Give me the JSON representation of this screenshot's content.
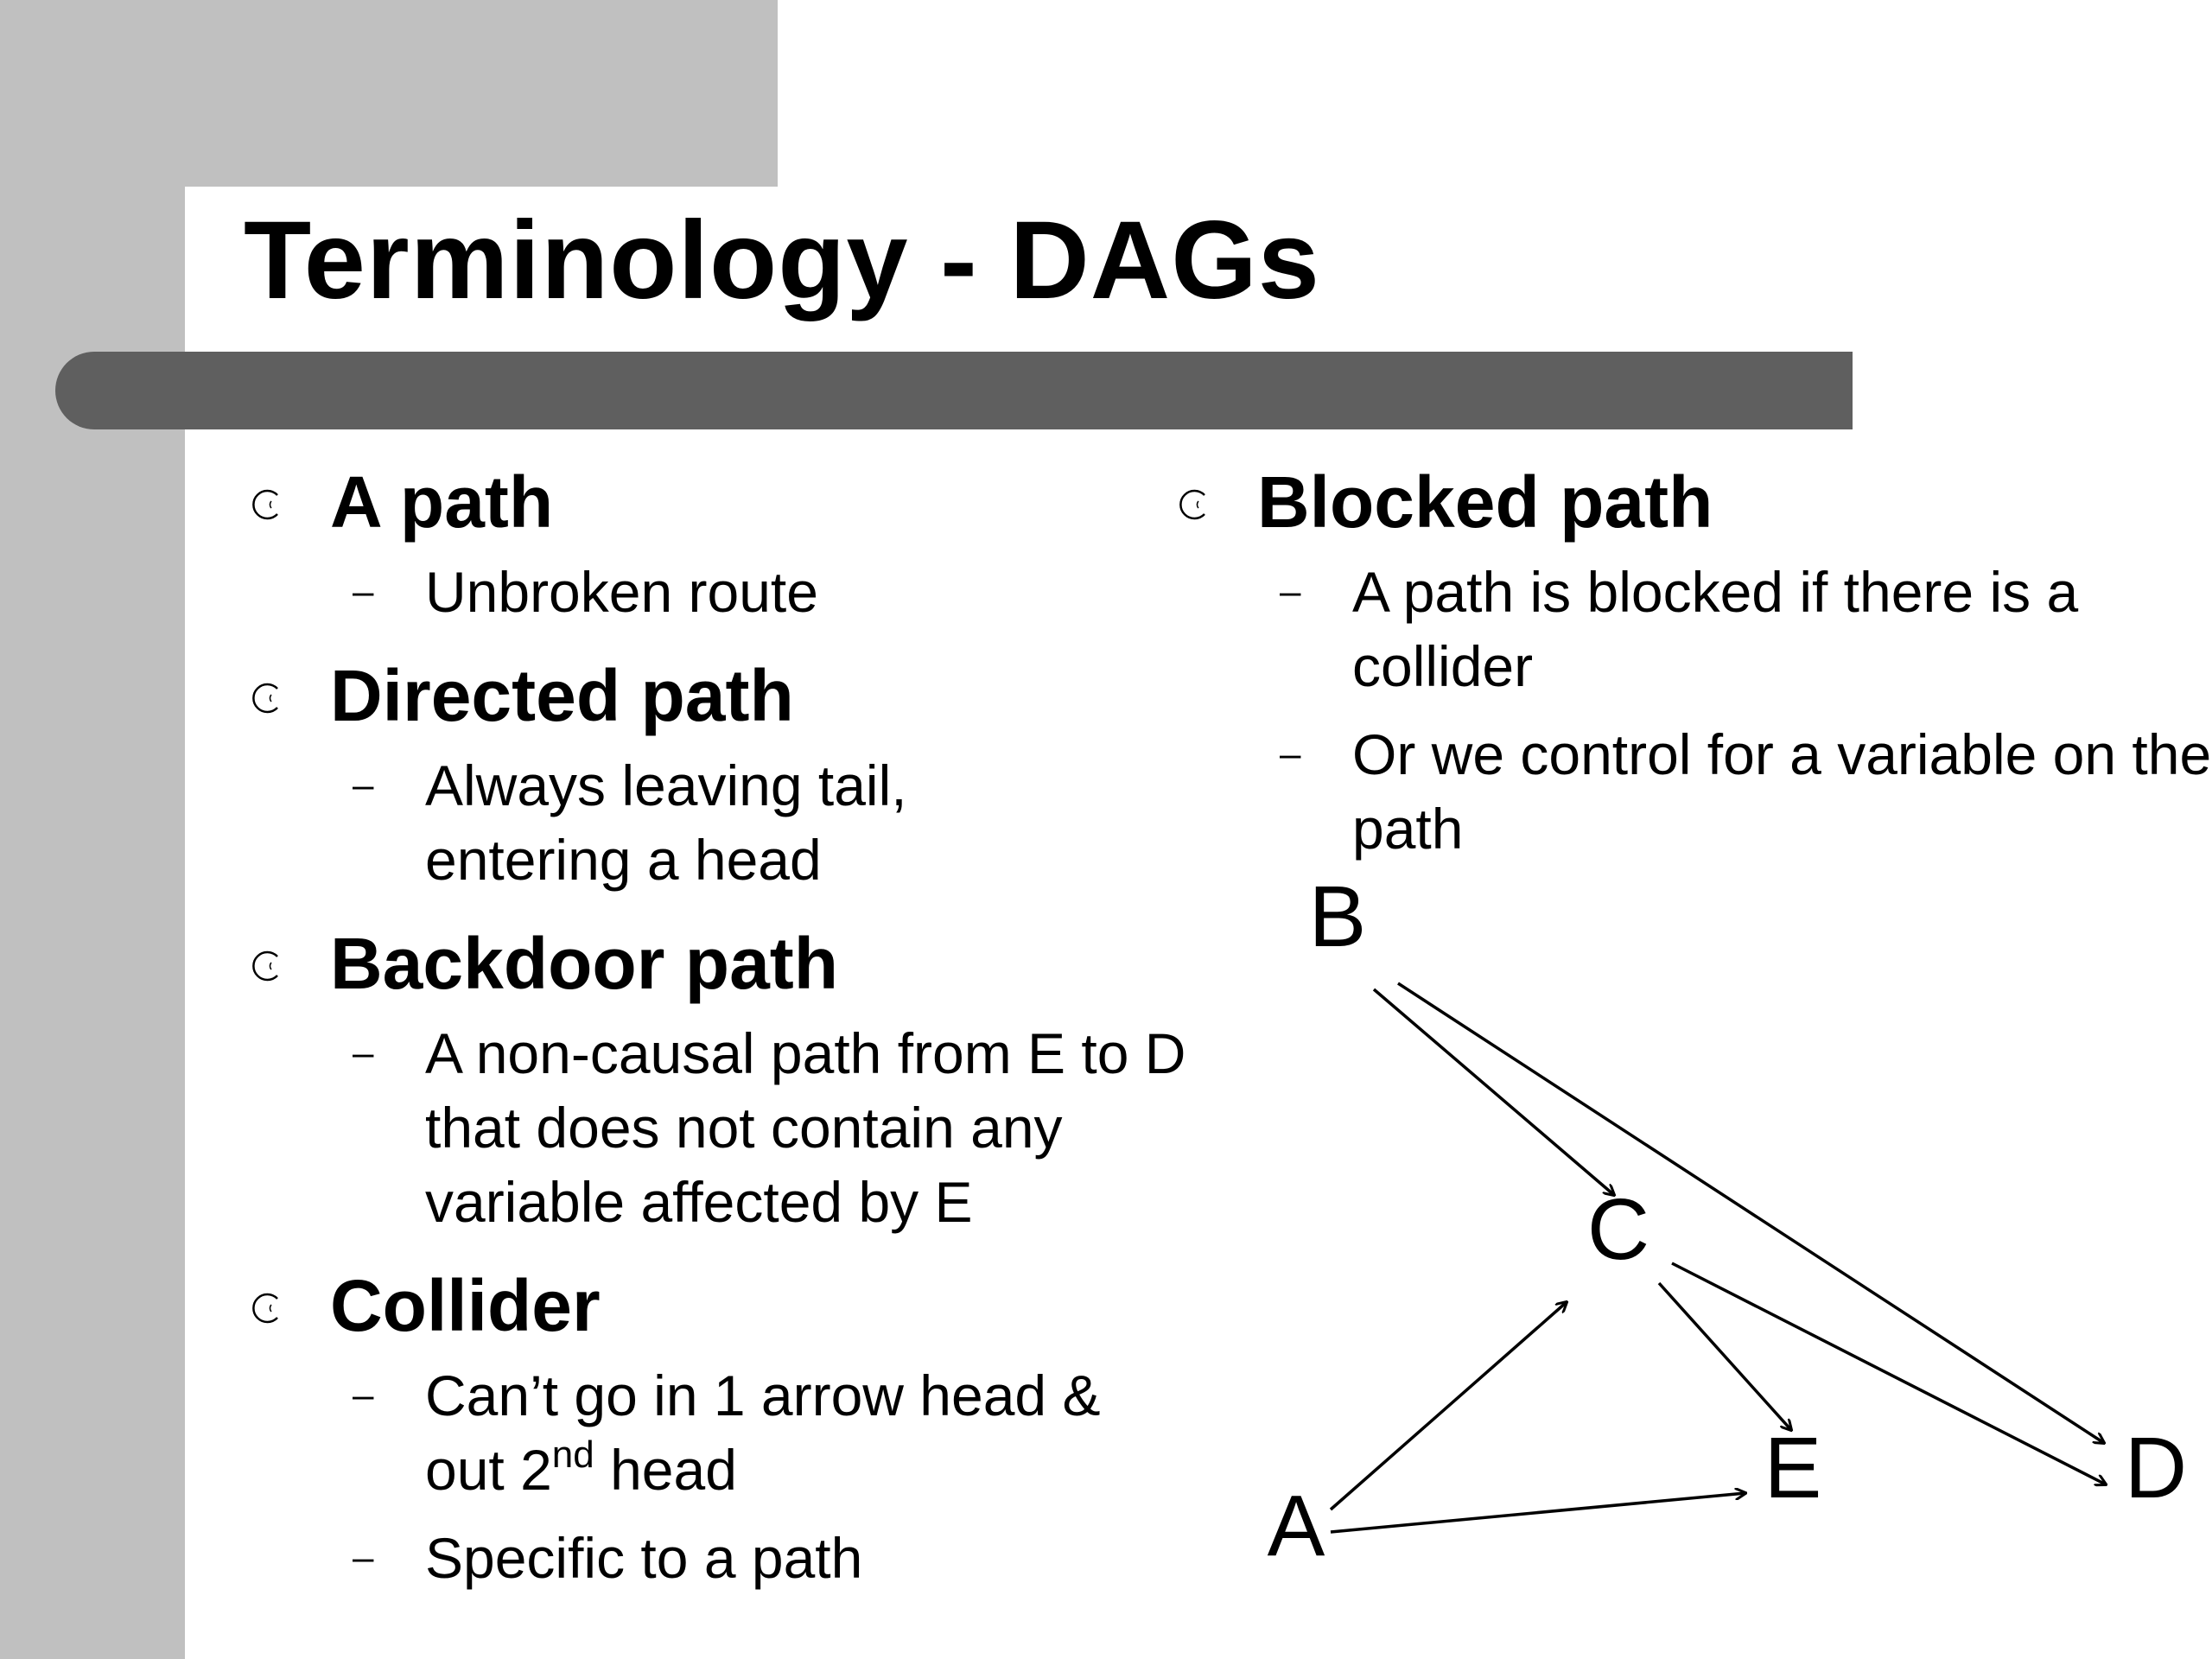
{
  "slide": {
    "title": "Terminology - DAGs",
    "left_column": [
      {
        "heading": "A path",
        "subs": [
          "Unbroken route"
        ]
      },
      {
        "heading": "Directed path",
        "subs": [
          "Always leaving tail, entering a head"
        ]
      },
      {
        "heading": "Backdoor path",
        "subs": [
          "A non-causal path from E to D that does not contain any variable affected by E"
        ]
      },
      {
        "heading": "Collider",
        "subs": [
          "Can’t go in 1 arrow head & out 2",
          "Specific to a path"
        ]
      }
    ],
    "collider_sup": "nd",
    "collider_tail": " head",
    "right_column": [
      {
        "heading": "Blocked path",
        "subs": [
          "A path is blocked if there is a collider",
          "Or we control for a variable on the path"
        ]
      }
    ],
    "dash_symbol": "–",
    "bullet_icon": "hollow-circle-bullet-icon"
  },
  "dag": {
    "nodes": [
      {
        "id": "B",
        "label": "B"
      },
      {
        "id": "C",
        "label": "C"
      },
      {
        "id": "A",
        "label": "A"
      },
      {
        "id": "E",
        "label": "E"
      },
      {
        "id": "D",
        "label": "D"
      }
    ],
    "edges": [
      {
        "from": "B",
        "to": "C"
      },
      {
        "from": "B",
        "to": "D"
      },
      {
        "from": "A",
        "to": "C"
      },
      {
        "from": "A",
        "to": "E"
      },
      {
        "from": "C",
        "to": "E"
      },
      {
        "from": "C",
        "to": "D"
      }
    ]
  }
}
